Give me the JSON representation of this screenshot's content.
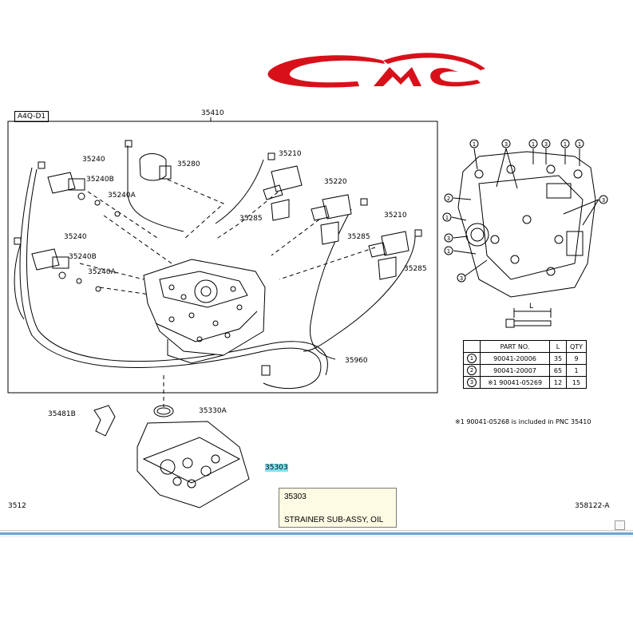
{
  "logo": {
    "text": "CMC",
    "color": "#d8101a"
  },
  "diagram": {
    "header_code": "A4Q-D1",
    "frame_label": "35410",
    "labels": {
      "p35240_a": "35240",
      "p35240b_a": "35240B",
      "p35240a_a": "35240A",
      "p35280": "35280",
      "p35210_a": "35210",
      "p35220": "35220",
      "p35285_a": "35285",
      "p35285_b": "35285",
      "p35285_c": "35285",
      "p35210_b": "35210",
      "p35240_b": "35240",
      "p35240b_b": "35240B",
      "p35240a_b": "35240A",
      "p35960": "35960",
      "p35481b": "35481B",
      "p35330a": "35330A",
      "p35303": "35303"
    },
    "figure_left": "3512",
    "figure_right": "358122-A",
    "footnote": "※1 90041-05268 is included in PNC 35410"
  },
  "bolt_table": {
    "headers": [
      "",
      "PART NO.",
      "L",
      "QTY"
    ],
    "rows": [
      {
        "mark": "1",
        "part": "90041-20006",
        "l": "35",
        "qty": "9"
      },
      {
        "mark": "2",
        "part": "90041-20007",
        "l": "65",
        "qty": "1"
      },
      {
        "mark": "3",
        "part": "※1 90041-05269",
        "l": "12",
        "qty": "15"
      }
    ],
    "dim_label": "L"
  },
  "tooltip": {
    "part_no": "35303",
    "name": "STRAINER SUB-ASSY, OIL"
  },
  "accent_highlight": "#7fe3f0"
}
